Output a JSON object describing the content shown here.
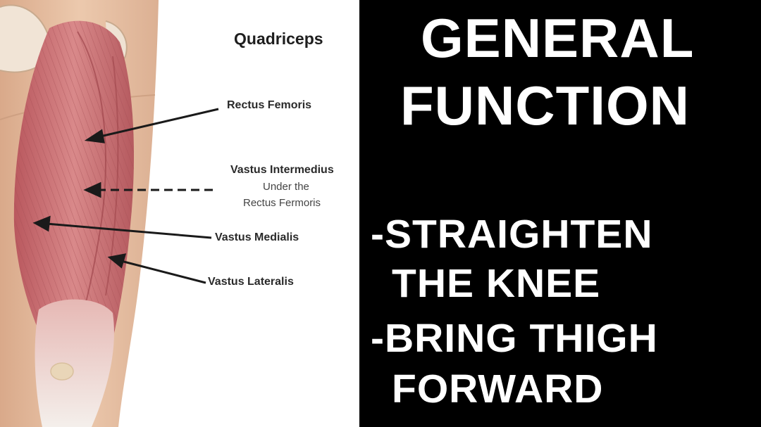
{
  "diagram": {
    "title": "Quadriceps",
    "labels": {
      "rectus_femoris": "Rectus Femoris",
      "vastus_intermedius": "Vastus Intermedius",
      "vastus_intermedius_note_1": "Under the",
      "vastus_intermedius_note_2": "Rectus Fermoris",
      "vastus_medialis": "Vastus Medialis",
      "vastus_lateralis": "Vastus Lateralis"
    }
  },
  "panel": {
    "heading_line_1": "GENERAL",
    "heading_line_2": "FUNCTION",
    "points": [
      {
        "line_1": "-STRAIGHTEN",
        "line_2": "THE KNEE"
      },
      {
        "line_1": "-BRING THIGH",
        "line_2": "FORWARD"
      }
    ]
  },
  "colors": {
    "skin": "#e7c3a6",
    "muscle": "#c9787a",
    "muscle_dark": "#a5494f",
    "tendon": "#f1ebe6",
    "panel_background": "#000000",
    "panel_text": "#ffffff"
  }
}
